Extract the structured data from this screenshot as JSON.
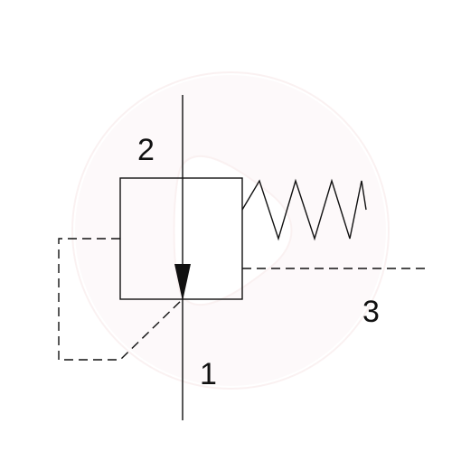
{
  "ports": {
    "top": "2",
    "side": "3",
    "bottom": "1"
  },
  "colors": {
    "line": "#111111",
    "watermark": "#e8b4b8",
    "background": "#ffffff"
  },
  "icons": {
    "watermark": "play-logo-icon",
    "flow_arrow": "arrow-down-icon",
    "spring": "spring-icon"
  }
}
